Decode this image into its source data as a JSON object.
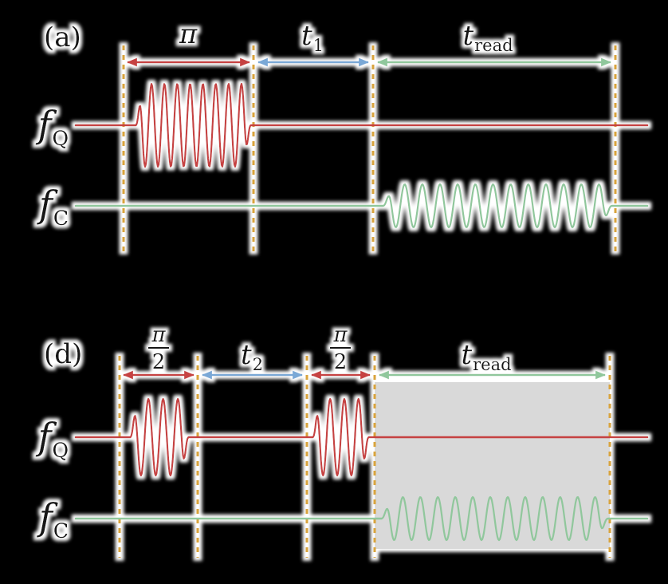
{
  "colors": {
    "background": "#000000",
    "red": "#c64242",
    "green": "#90c79c",
    "blue": "#7aa8d6",
    "orange": "#d9a43e",
    "gray": "#d9d9d9",
    "text": "#161616",
    "glow": "#ffffff"
  },
  "panel_a": {
    "tag": "(a)",
    "pi_label": "π",
    "t1": {
      "base": "t",
      "sub": "1"
    },
    "tread": {
      "base": "t",
      "sub": "read"
    },
    "fq": {
      "base": "f",
      "sub": "Q"
    },
    "fc": {
      "base": "f",
      "sub": "C"
    }
  },
  "panel_d": {
    "tag": "(d)",
    "pihalf": {
      "num": "π",
      "den": "2"
    },
    "t2": {
      "base": "t",
      "sub": "2"
    },
    "tread": {
      "base": "t",
      "sub": "read"
    },
    "fq": {
      "base": "f",
      "sub": "Q"
    },
    "fc": {
      "base": "f",
      "sub": "C"
    }
  }
}
